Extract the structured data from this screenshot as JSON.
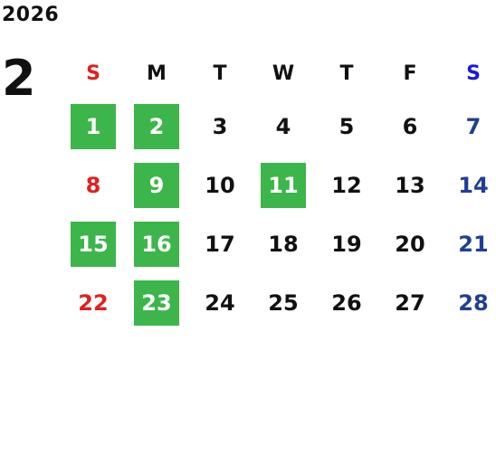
{
  "calendar": {
    "year": "2026",
    "month": "2",
    "weekdays": [
      "S",
      "M",
      "T",
      "W",
      "T",
      "F",
      "S"
    ],
    "highlight_color": "#3cb54a",
    "colors": {
      "sunday": "#e02020",
      "saturday_header": "#1a1ae0",
      "saturday": "#1f3f94",
      "weekday": "#111111"
    },
    "weeks": [
      [
        {
          "day": "1",
          "highlighted": true
        },
        {
          "day": "2",
          "highlighted": true
        },
        {
          "day": "3",
          "highlighted": false
        },
        {
          "day": "4",
          "highlighted": false
        },
        {
          "day": "5",
          "highlighted": false
        },
        {
          "day": "6",
          "highlighted": false
        },
        {
          "day": "7",
          "highlighted": false
        }
      ],
      [
        {
          "day": "8",
          "highlighted": false
        },
        {
          "day": "9",
          "highlighted": true
        },
        {
          "day": "10",
          "highlighted": false
        },
        {
          "day": "11",
          "highlighted": true
        },
        {
          "day": "12",
          "highlighted": false
        },
        {
          "day": "13",
          "highlighted": false
        },
        {
          "day": "14",
          "highlighted": false
        }
      ],
      [
        {
          "day": "15",
          "highlighted": true
        },
        {
          "day": "16",
          "highlighted": true
        },
        {
          "day": "17",
          "highlighted": false
        },
        {
          "day": "18",
          "highlighted": false
        },
        {
          "day": "19",
          "highlighted": false
        },
        {
          "day": "20",
          "highlighted": false
        },
        {
          "day": "21",
          "highlighted": false
        }
      ],
      [
        {
          "day": "22",
          "highlighted": false
        },
        {
          "day": "23",
          "highlighted": true
        },
        {
          "day": "24",
          "highlighted": false
        },
        {
          "day": "25",
          "highlighted": false
        },
        {
          "day": "26",
          "highlighted": false
        },
        {
          "day": "27",
          "highlighted": false
        },
        {
          "day": "28",
          "highlighted": false
        }
      ]
    ]
  }
}
